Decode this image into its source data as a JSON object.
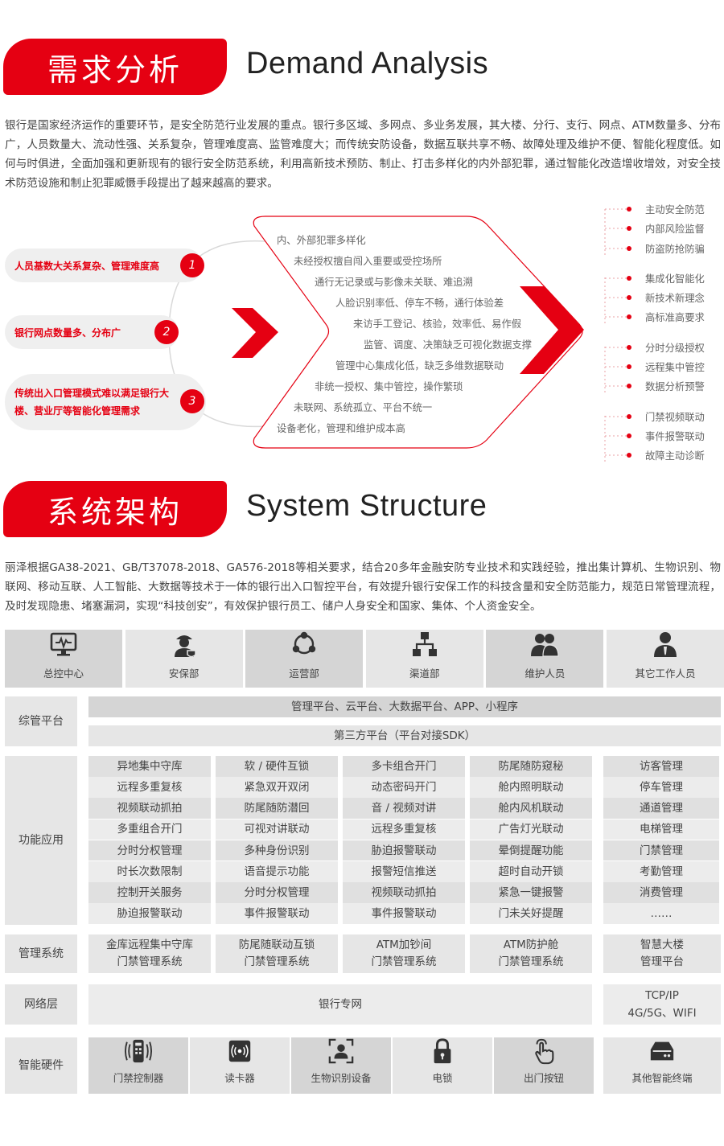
{
  "demand": {
    "title_cn": "需求分析",
    "title_en": "Demand Analysis",
    "paragraph": "银行是国家经济运作的重要环节，是安全防范行业发展的重点。银行多区域、多网点、多业务发展，其大楼、分行、支行、网点、ATM数量多、分布广，人员数量大、流动性强、关系复杂，管理难度高、监管难度大；而传统安防设备，数据互联共享不畅、故障处理及维护不便、智能化程度低。如何与时俱进，全面加强和更新现有的银行安全防范系统，利用高新技术预防、制止、打击多样化的内外部犯罪，通过智能化改造增收增效，对安全技术防范设施和制止犯罪威慑手段提出了越来越高的要求。",
    "left_items": [
      {
        "text": "人员基数大关系复杂、管理难度高",
        "num": "1"
      },
      {
        "text": "银行网点数量多、分布广",
        "num": "2"
      },
      {
        "text": "传统出入口管理模式难以满足银行大楼、营业厅等智能化管理需求",
        "num": "3"
      }
    ],
    "middle_lines": [
      "内、外部犯罪多样化",
      "未经授权擅自闯入重要或受控场所",
      "通行无记录或与影像未关联、难追溯",
      "人脸识别率低、停车不畅，通行体验差",
      "来访手工登记、核验，效率低、易作假",
      "监管、调度、决策缺乏可视化数据支撑",
      "管理中心集成化低，缺乏多维数据联动",
      "非统一授权、集中管控，操作繁琐",
      "未联网、系统孤立、平台不统一",
      "设备老化，管理和维护成本高"
    ],
    "right_items": [
      "主动安全防范",
      "内部风险监督",
      "防盗防抢防骗",
      "集成化智能化",
      "新技术新理念",
      "高标准高要求",
      "分时分级授权",
      "远程集中管控",
      "数据分析预警",
      "门禁视频联动",
      "事件报警联动",
      "故障主动诊断"
    ],
    "accent": "#e50012"
  },
  "structure": {
    "title_cn": "系统架构",
    "title_en": "System Structure",
    "paragraph": "丽泽根据GA38-2021、GB/T37078-2018、GA576-2018等相关要求，结合20多年金融安防专业技术和实践经验，推出集计算机、生物识别、物联网、移动互联、人工智能、大数据等技术于一体的银行出入口智控平台，有效提升银行安保工作的科技含量和安全防范能力，规范日常管理流程，及时发现隐患、堵塞漏洞，实现“科技创安”，有效保护银行员工、储户人身安全和国家、集体、个人资金安全。",
    "roles": [
      {
        "label": "总控中心",
        "icon": "monitor-icon"
      },
      {
        "label": "安保部",
        "icon": "security-guard-icon"
      },
      {
        "label": "运营部",
        "icon": "network-nodes-icon"
      },
      {
        "label": "渠道部",
        "icon": "org-chart-icon"
      },
      {
        "label": "维护人员",
        "icon": "people-icon"
      },
      {
        "label": "其它工作人员",
        "icon": "person-icon"
      }
    ],
    "platform": {
      "label": "综管平台",
      "row1": "管理平台、云平台、大数据平台、APP、小程序",
      "row2": "第三方平台（平台对接SDK）"
    },
    "functions": {
      "label": "功能应用",
      "columns": [
        [
          "异地集中守库",
          "远程多重复核",
          "视频联动抓拍",
          "多重组合开门",
          "分时分权管理",
          "时长次数限制",
          "控制开关服务",
          "胁迫报警联动"
        ],
        [
          "软 / 硬件互锁",
          "紧急双开双闭",
          "防尾随防潜回",
          "可视对讲联动",
          "多种身份识别",
          "语音提示功能",
          "分时分权管理",
          "事件报警联动"
        ],
        [
          "多卡组合开门",
          "动态密码开门",
          "音 / 视频对讲",
          "远程多重复核",
          "胁迫报警联动",
          "报警短信推送",
          "视频联动抓拍",
          "事件报警联动"
        ],
        [
          "防尾随防窥秘",
          "舱内照明联动",
          "舱内风机联动",
          "广告灯光联动",
          "晕倒提醒功能",
          "超时自动开锁",
          "紧急一键报警",
          "门未关好提醒"
        ],
        [
          "访客管理",
          "停车管理",
          "通道管理",
          "电梯管理",
          "门禁管理",
          "考勤管理",
          "消费管理",
          "……"
        ]
      ]
    },
    "management": {
      "label": "管理系统",
      "items": [
        [
          "金库远程集中守库",
          "门禁管理系统"
        ],
        [
          "防尾随联动互锁",
          "门禁管理系统"
        ],
        [
          "ATM加钞间",
          "门禁管理系统"
        ],
        [
          "ATM防护舱",
          "门禁管理系统"
        ],
        [
          "智慧大楼",
          "管理平台"
        ]
      ]
    },
    "network": {
      "label": "网络层",
      "main": "银行专网",
      "side_line1": "TCP/IP",
      "side_line2": "4G/5G、WIFI"
    },
    "hardware": {
      "label": "智能硬件",
      "items": [
        {
          "label": "门禁控制器",
          "icon": "controller-icon"
        },
        {
          "label": "读卡器",
          "icon": "card-reader-icon"
        },
        {
          "label": "生物识别设备",
          "icon": "face-scan-icon"
        },
        {
          "label": "电锁",
          "icon": "lock-icon"
        },
        {
          "label": "出门按钮",
          "icon": "touch-button-icon"
        },
        {
          "label": "其他智能终端",
          "icon": "terminal-icon"
        }
      ]
    }
  }
}
